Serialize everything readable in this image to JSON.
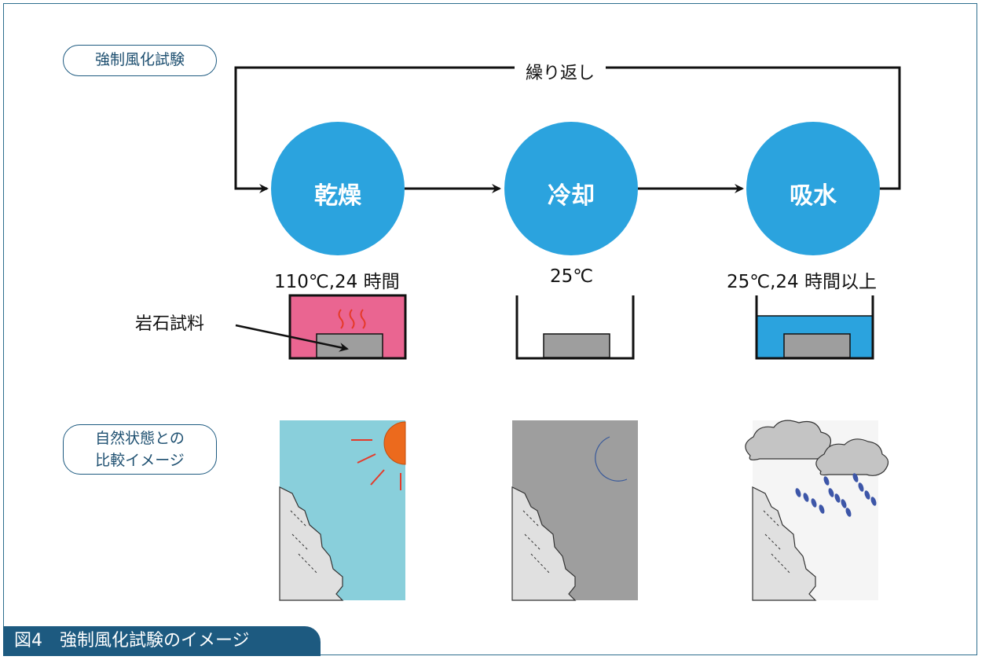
{
  "figure": {
    "caption": "図4　強制風化試験のイメージ",
    "label_forced": "強制風化試験",
    "label_nature": [
      "自然状態との",
      "比較イメージ"
    ],
    "repeat_label": "繰り返し",
    "steps": [
      {
        "name": "乾燥",
        "condition": "110℃,24 時間"
      },
      {
        "name": "冷却",
        "condition": "25℃"
      },
      {
        "name": "吸水",
        "condition": "25℃,24 時間以上"
      }
    ],
    "sample_label": "岩石試料"
  },
  "colors": {
    "circle": "#2ba3de",
    "frame": "#1d5a80",
    "oven": "#ea6591",
    "heat_wave": "#e53a2a",
    "water": "#2ba3de",
    "sample": "#9e9e9e",
    "sky_day": "#89cfdb",
    "sun": "#ec6a1d",
    "sky_night": "#9e9e9e",
    "moon": "#f2ee4a",
    "sky_rain": "#f5f5f5",
    "cloud": "#c4c4c4",
    "rain": "#3d56a8",
    "cliff": "#e0e0e0"
  },
  "icons": [
    "sun-icon",
    "moon-icon",
    "cloud-icon",
    "raindrop-icon",
    "cliff-illustration",
    "heat-wave-icon"
  ]
}
